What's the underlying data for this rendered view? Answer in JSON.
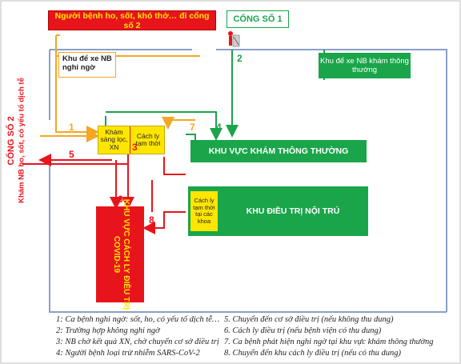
{
  "gates": {
    "gate2_top_label": "Người bệnh ho, sốt, khó thở… đi cổng số 2",
    "gate1_label": "CỔNG SỐ 1",
    "gate2_side_title": "CỔNG SỐ 2",
    "gate2_side_subtitle": "Khám NB ho, sốt, có yếu tố dịch tễ"
  },
  "areas": {
    "parking_suspected": "Khu để xe NB nghi ngờ",
    "parking_regular": "Khu để xe NB khám thông thường",
    "screening": "Khám sàng lọc, XN",
    "temp_isolation": "Cách ly tạm thời",
    "regular_exam": "KHU VỰC KHÁM THÔNG THƯỜNG",
    "inpatient": "KHU ĐIỀU TRỊ NỘI TRÚ",
    "dept_isolation": "Cách ly tạm thời tại các khoa",
    "covid_isolation": "KHU VỰC CÁCH LY ĐIỀU TRỊ COVID-19"
  },
  "flow_numbers": [
    "1",
    "2",
    "3",
    "4",
    "5",
    "6",
    "7",
    "8"
  ],
  "legend": [
    "1: Ca bệnh nghi ngờ: sốt, ho, có yếu tố dịch tễ…",
    "2: Trường hợp không nghi ngờ",
    "3: NB chờ kết quả XN, chờ chuyển cơ sở điều trị",
    "4: Người bệnh loại trừ nhiễm SARS-CoV-2",
    "5. Chuyển đến cơ sở điều trị (nếu không thu dung)",
    "6. Cách ly điều trị (nếu bệnh viện có thu dung)",
    "7. Ca bệnh phát hiện nghi ngờ tại khu vực khám thông thường",
    "8. Chuyển đến khu cách ly điều trị (nếu có thu dung)"
  ],
  "colors": {
    "red": "#e8141b",
    "green": "#1aa54a",
    "orange": "#f5a623",
    "yellow": "#ffe600",
    "border_gray": "#9a9a9a"
  },
  "icons": [
    "security-guard-icon"
  ]
}
